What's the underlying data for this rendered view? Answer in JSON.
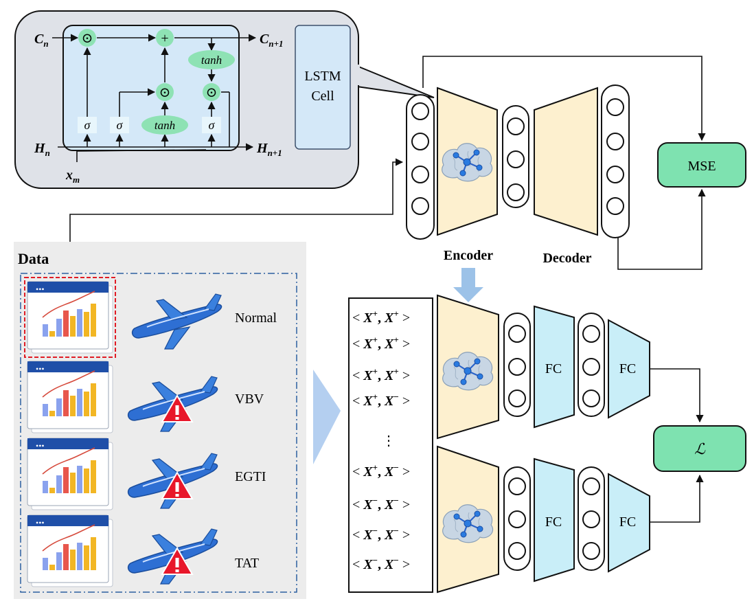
{
  "lstm": {
    "c_in": "C",
    "c_in_sub": "n",
    "c_out": "C",
    "c_out_sub": "n+1",
    "h_in": "H",
    "h_in_sub": "n",
    "h_out": "H",
    "h_out_sub": "n+1",
    "x_in": "x",
    "x_in_sub": "m",
    "sigma": "σ",
    "tanh": "tanh",
    "mult": "⊙",
    "plus": "+",
    "cell_line1": "LSTM",
    "cell_line2": "Cell"
  },
  "autoencoder": {
    "encoder_label": "Encoder",
    "decoder_label": "Decoder",
    "loss_label": "MSE"
  },
  "data_panel": {
    "title": "Data",
    "classes": [
      {
        "label": "Normal",
        "icon": "airplane-icon"
      },
      {
        "label": "VBV",
        "icon": "airplane-warning-icon"
      },
      {
        "label": "EGTI",
        "icon": "airplane-warning-icon"
      },
      {
        "label": "TAT",
        "icon": "airplane-warning-icon"
      }
    ],
    "window_dots": "•••"
  },
  "pairs": [
    {
      "open": "<",
      "a": "X",
      "a_sup": "+",
      "b": "X",
      "b_sup": "+",
      "close": ">"
    },
    {
      "open": "<",
      "a": "X",
      "a_sup": "+",
      "b": "X",
      "b_sup": "+",
      "close": ">"
    },
    {
      "open": "<",
      "a": "X",
      "a_sup": "+",
      "b": "X",
      "b_sup": "+",
      "close": ">"
    },
    {
      "open": "<",
      "a": "X",
      "a_sup": "+",
      "b": "X",
      "b_sup": "−",
      "close": ">"
    },
    {
      "open": "<",
      "a": "X",
      "a_sup": "+",
      "b": "X",
      "b_sup": "−",
      "close": ">"
    },
    {
      "open": "<",
      "a": "X",
      "a_sup": "−",
      "b": "X",
      "b_sup": "−",
      "close": ">"
    },
    {
      "open": "<",
      "a": "X",
      "a_sup": "−",
      "b": "X",
      "b_sup": "−",
      "close": ">"
    },
    {
      "open": "<",
      "a": "X",
      "a_sup": "−",
      "b": "X",
      "b_sup": "−",
      "close": ">"
    }
  ],
  "pairs_ellipsis": "⋮",
  "siamese": {
    "fc_label": "FC",
    "loss_label": "ℒ"
  },
  "colors": {
    "encoder_fill": "#fdf0cf",
    "fc_fill": "#c9eef8",
    "loss_fill": "#7ee2b0",
    "lstm_inner": "#d4e8f8",
    "lstm_bubble": "#dfe2e8",
    "data_panel_bg": "#ececec",
    "gate_green": "#8ee2b4",
    "arrow_blue": "#9cc2e8"
  }
}
